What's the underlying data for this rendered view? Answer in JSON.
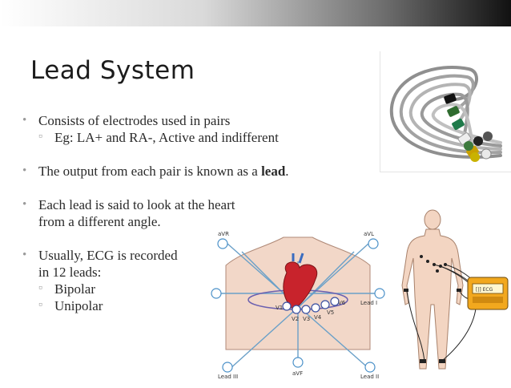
{
  "slide": {
    "title": "Lead System",
    "bullets": {
      "b1": "Consists of electrodes used in pairs",
      "b1_sub": "Eg: LA+ and RA-, Active and indifferent",
      "b2_pre": "The output from each pair is known as a ",
      "b2_bold": "lead",
      "b2_post": ".",
      "b3_line1": "Each lead is said to look at the heart",
      "b3_line2": "from a different angle.",
      "b4_line1": "Usually, ECG is recorded",
      "b4_line2": "in 12 leads:",
      "b4_sub1": "Bipolar",
      "b4_sub2": "Unipolar"
    }
  },
  "diagram_labels": {
    "avr": "aVR",
    "avl": "aVL",
    "lead1": "Lead I",
    "lead2": "Lead II",
    "lead3": "Lead III",
    "avf": "aVF",
    "v1": "V1",
    "v2": "V2",
    "v3": "V3",
    "v4": "V4",
    "v5": "V5",
    "v6": "V6"
  },
  "device_label": "[|] ECG"
}
